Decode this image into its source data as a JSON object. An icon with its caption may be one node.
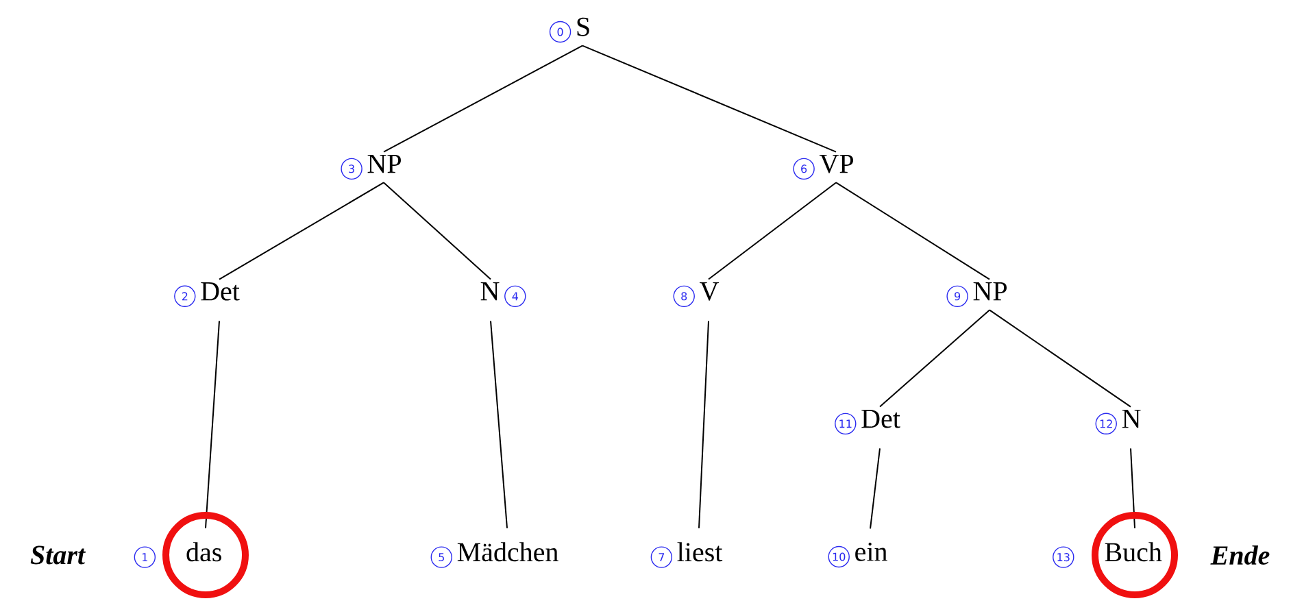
{
  "diagram": {
    "nodes": [
      {
        "text": [
          "0",
          "S"
        ]
      },
      {
        "text": [
          "3",
          "NP"
        ]
      },
      {
        "text": [
          "6",
          "VP"
        ]
      },
      {
        "text": [
          "2",
          "Det"
        ]
      },
      {
        "text": [
          "N",
          "4"
        ]
      },
      {
        "text": [
          "8",
          "V"
        ]
      },
      {
        "text": [
          "9",
          "NP"
        ]
      },
      {
        "text": [
          "11",
          "Det"
        ]
      },
      {
        "text": [
          "12",
          "N"
        ]
      },
      {
        "text": [
          "1",
          "das"
        ]
      },
      {
        "text": [
          "5",
          "Mädchen"
        ]
      },
      {
        "text": [
          "7",
          "liest"
        ]
      },
      {
        "text": [
          "10",
          "ein"
        ]
      },
      {
        "text": [
          "13",
          "Buch"
        ]
      }
    ],
    "edges": [
      {
        "from": 0,
        "to": 1,
        "arrow": "none"
      },
      {
        "from": 0,
        "to": 2,
        "arrow": "none"
      },
      {
        "from": 1,
        "to": 3,
        "arrow": "none"
      },
      {
        "from": 1,
        "to": 4,
        "arrow": "none"
      },
      {
        "from": 2,
        "to": 5,
        "arrow": "none"
      },
      {
        "from": 2,
        "to": 6,
        "arrow": "none"
      },
      {
        "from": 3,
        "to": 9,
        "arrow": "none"
      },
      {
        "from": 4,
        "to": 10,
        "arrow": "none"
      },
      {
        "from": 5,
        "to": 11,
        "arrow": "none"
      },
      {
        "from": 6,
        "to": 7,
        "arrow": "none"
      },
      {
        "from": 6,
        "to": 8,
        "arrow": "none"
      },
      {
        "from": 7,
        "to": 12,
        "arrow": "none"
      },
      {
        "from": 8,
        "to": 13,
        "arrow": "none"
      }
    ],
    "labels": [
      "Start",
      "Ende"
    ]
  }
}
